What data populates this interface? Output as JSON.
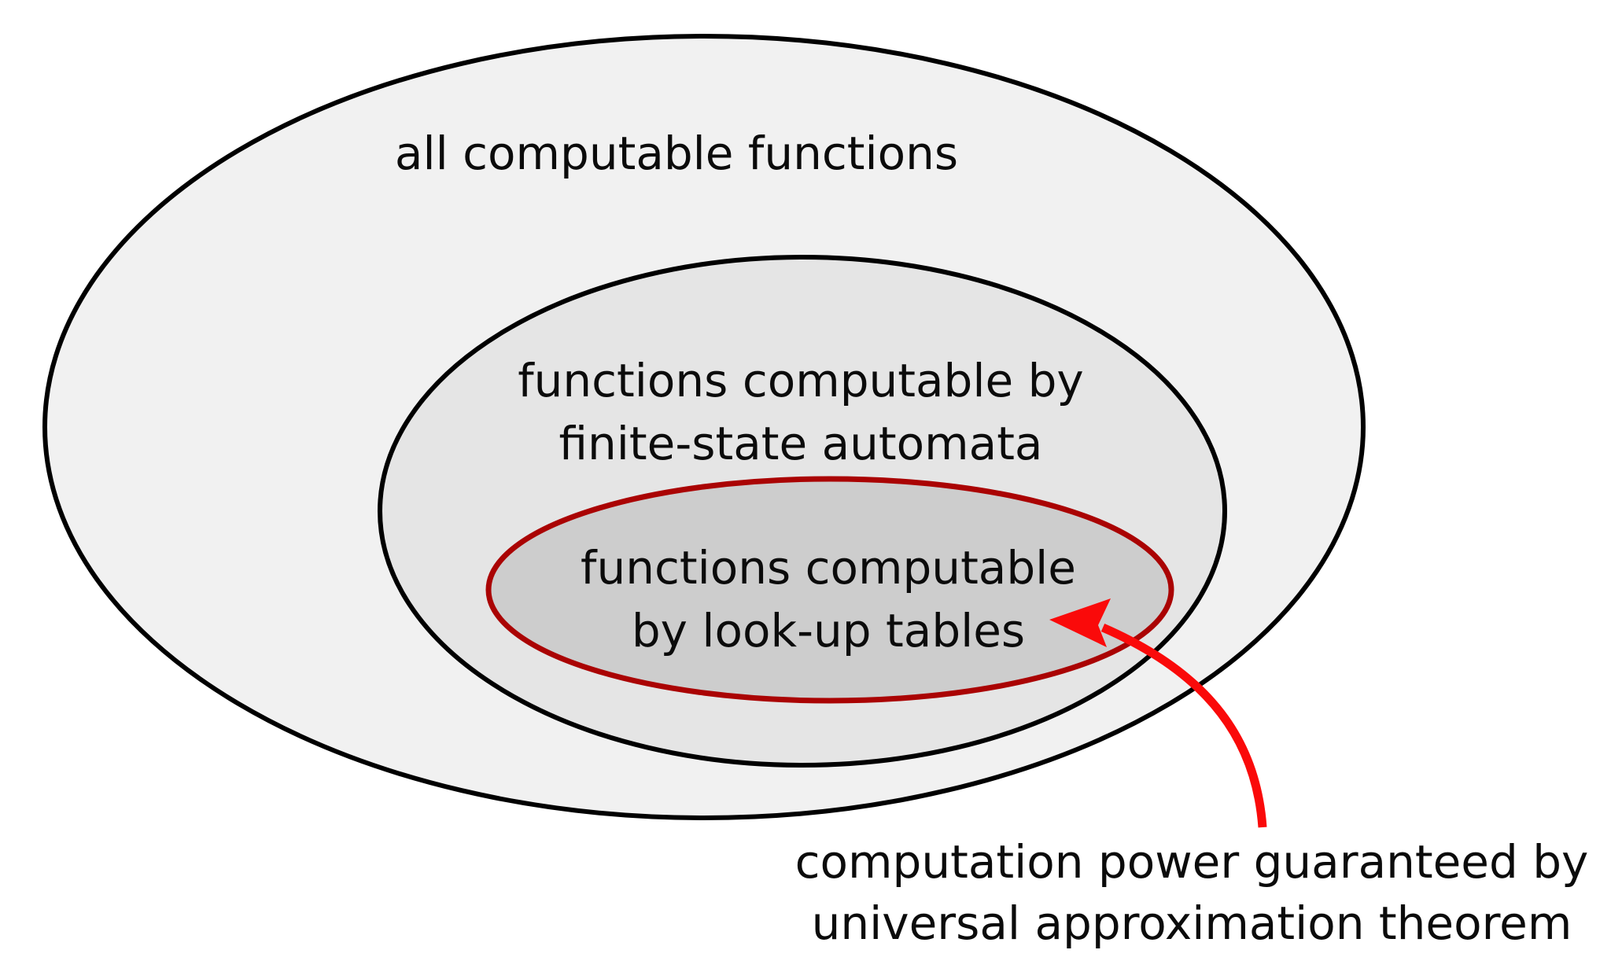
{
  "colors": {
    "background": "#ffffff",
    "outer_set_fill": "#f1f1f1",
    "middle_set_fill": "#e5e5e5",
    "inner_set_fill": "#cdcdcd",
    "set_outline": "#000000",
    "inner_set_outline": "#aa0303",
    "arrow": "#fa0a0a",
    "text": "#0b0b0b"
  },
  "sets": {
    "outer": {
      "label": "all computable functions"
    },
    "middle": {
      "label_line1": "functions computable by",
      "label_line2": "finite-state automata"
    },
    "inner": {
      "label_line1": "functions computable",
      "label_line2": "by look-up tables"
    }
  },
  "annotation": {
    "line1": "computation power guaranteed by",
    "line2": "universal approximation theorem"
  }
}
